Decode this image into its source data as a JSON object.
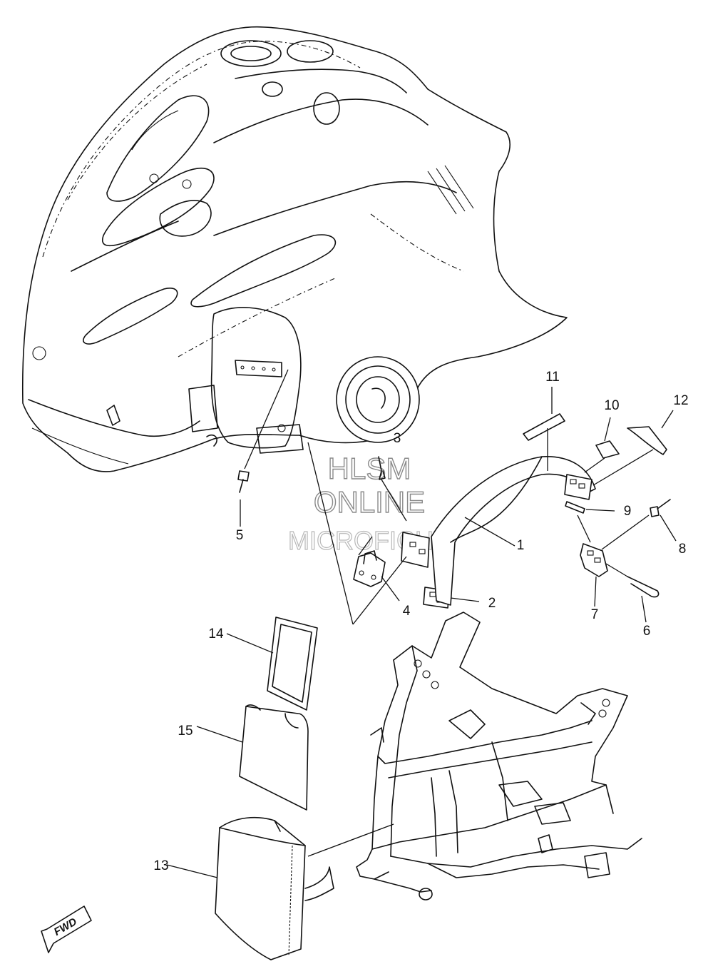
{
  "watermark": {
    "line1": "HLSM",
    "line2": "ONLINE",
    "line3": "MICROFICHE"
  },
  "direction_arrow": "FWD",
  "callouts": [
    "1",
    "2",
    "3",
    "4",
    "5",
    "6",
    "7",
    "8",
    "9",
    "10",
    "11",
    "12",
    "13",
    "14",
    "15"
  ]
}
